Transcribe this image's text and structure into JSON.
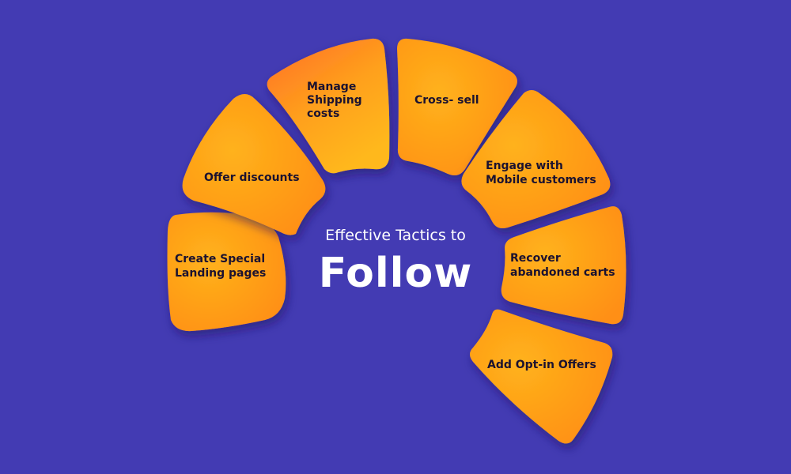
{
  "center": {
    "subtitle": "Effective Tactics to",
    "title": "Follow"
  },
  "tactics": [
    {
      "lines": [
        "Create Special",
        "Landing pages"
      ]
    },
    {
      "lines": [
        "Offer discounts"
      ]
    },
    {
      "lines": [
        "Manage",
        "Shipping",
        "costs"
      ]
    },
    {
      "lines": [
        "Cross- sell"
      ]
    },
    {
      "lines": [
        "Engage with",
        "Mobile customers"
      ]
    },
    {
      "lines": [
        "Recover",
        "abandoned carts"
      ]
    },
    {
      "lines": [
        "Add Opt-in Offers"
      ]
    }
  ],
  "colors": {
    "background": "#433bb3",
    "petal_light": "#ffb21c",
    "petal_dark": "#ff8a10",
    "petal_accent": "#ff6e2c",
    "text_dark": "#1b1230",
    "text_light": "#ffffff"
  }
}
